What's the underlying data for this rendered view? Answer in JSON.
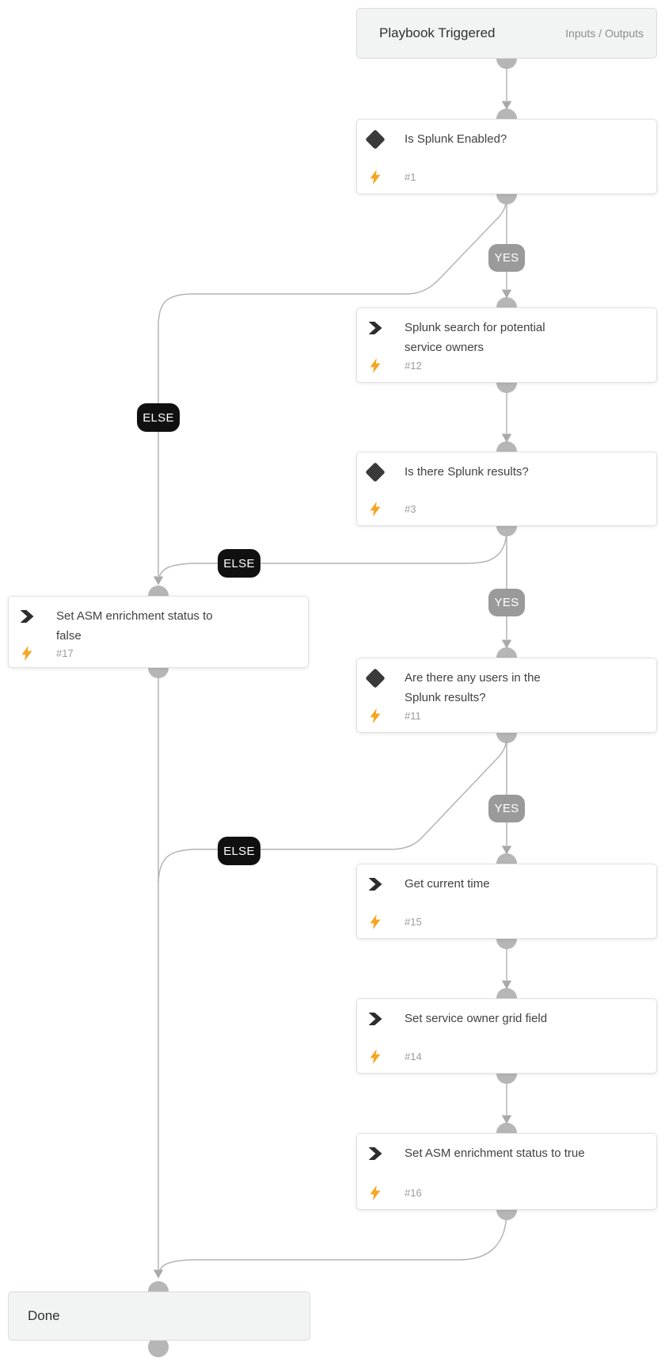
{
  "start_node": {
    "title": "Playbook Triggered",
    "link_label": "Inputs / Outputs"
  },
  "end_node": {
    "title": "Done"
  },
  "labels": {
    "yes": "YES",
    "else": "ELSE"
  },
  "nodes": [
    {
      "id": "#1",
      "type": "decision",
      "title": "Is Splunk Enabled?"
    },
    {
      "id": "#12",
      "type": "action",
      "title": "Splunk search for potential\nservice owners"
    },
    {
      "id": "#3",
      "type": "decision",
      "title": "Is there Splunk results?"
    },
    {
      "id": "#17",
      "type": "action",
      "title": "Set ASM enrichment status to\nfalse"
    },
    {
      "id": "#11",
      "type": "decision",
      "title": "Are there any users in the\nSplunk results?"
    },
    {
      "id": "#15",
      "type": "action",
      "title": "Get current time"
    },
    {
      "id": "#14",
      "type": "action",
      "title": "Set service owner grid field"
    },
    {
      "id": "#16",
      "type": "action",
      "title": "Set ASM enrichment status to true"
    }
  ],
  "colors": {
    "bolt_accent": "#f6a623",
    "badge_yes_bg": "#9a9a9a",
    "badge_else_bg": "#101010",
    "wire": "#b4b4b4",
    "port": "#b6b6b6",
    "endpoint_bg": "#f2f3f3",
    "card_bg": "#ffffff"
  }
}
